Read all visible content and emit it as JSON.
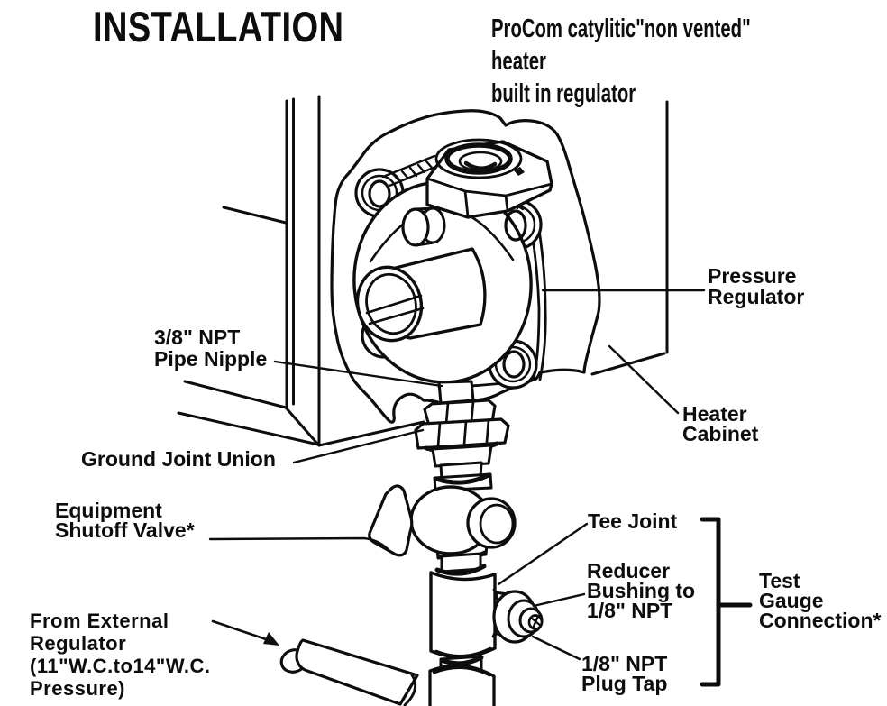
{
  "header": {
    "title": "INSTALLATION",
    "subtitle": "ProCom catylitic\"non vented\" heater\nbuilt in regulator"
  },
  "labels": {
    "pressure_regulator": "Pressure\nRegulator",
    "heater_cabinet": "Heater\nCabinet",
    "pipe_nipple": "3/8\" NPT\nPipe Nipple",
    "ground_joint_union": "Ground Joint Union",
    "equipment_shutoff_valve": "Equipment\nShutoff Valve*",
    "tee_joint": "Tee Joint",
    "reducer_bushing": "Reducer\nBushing to\n1/8\" NPT",
    "plug_tap": "1/8\" NPT\nPlug Tap",
    "test_gauge_connection": "Test\nGauge\nConnection*",
    "from_external_regulator": "From External\nRegulator\n(11\"W.C.to14\"W.C.\nPressure)"
  },
  "diagram": {
    "ink_color": "#0d0d0d",
    "background_color": "#ffffff"
  }
}
